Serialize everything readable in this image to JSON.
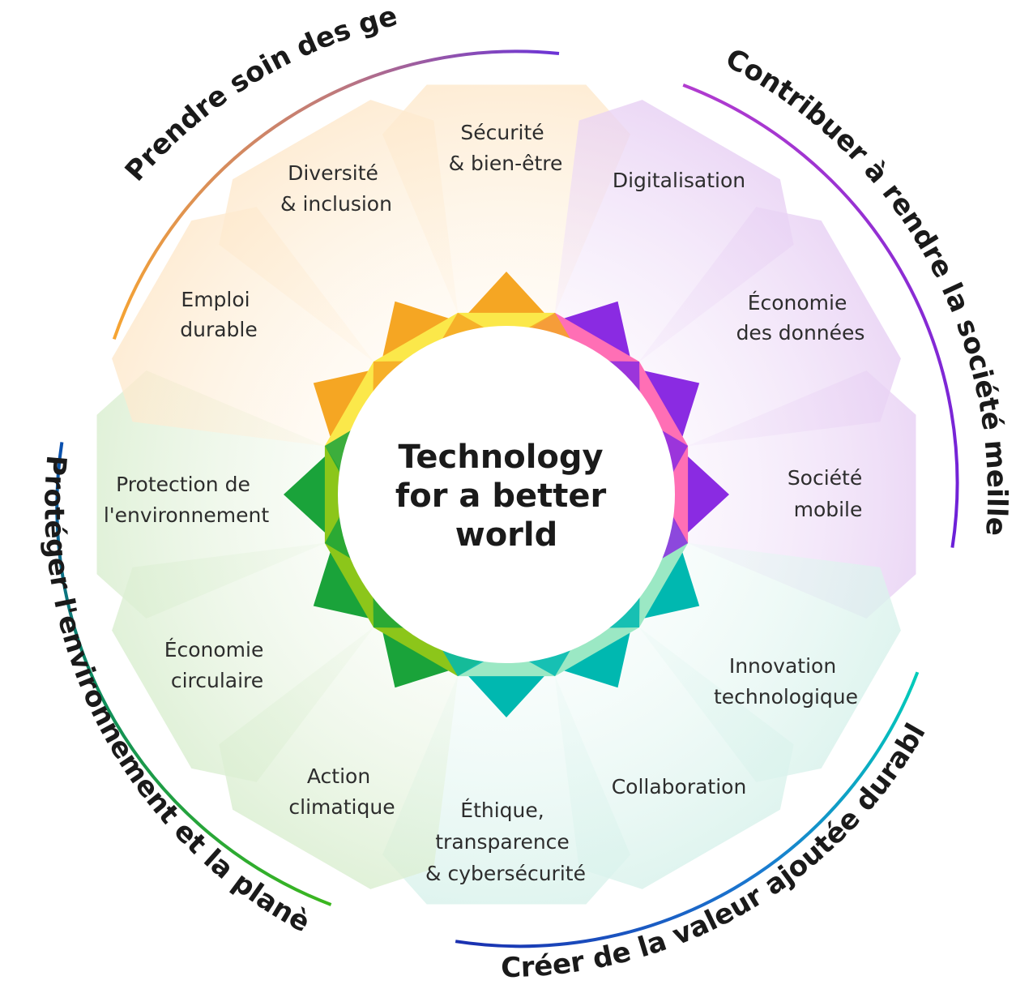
{
  "center": {
    "line1": "Technology",
    "line2": "for a better",
    "line3": "world"
  },
  "pillars": [
    {
      "label": "Prendre soin des gens"
    },
    {
      "label": "Contribuer à rendre la société meilleure"
    },
    {
      "label": "Créer de la valeur ajoutée durable"
    },
    {
      "label": "Protéger l'environnement et la planète"
    }
  ],
  "topics": [
    {
      "line1": "Sécurité",
      "line2": "& bien-être"
    },
    {
      "line1": "Digitalisation",
      "line2": ""
    },
    {
      "line1": "Économie",
      "line2": "des données"
    },
    {
      "line1": "Société",
      "line2": "mobile"
    },
    {
      "line1": "Innovation",
      "line2": "technologique"
    },
    {
      "line1": "Collaboration",
      "line2": ""
    },
    {
      "line1": "Éthique,",
      "line2": "transparence",
      "line3": "& cybersécurité"
    },
    {
      "line1": "Action",
      "line2": "climatique"
    },
    {
      "line1": "Économie",
      "line2": "circulaire"
    },
    {
      "line1": "Protection de",
      "line2": "l'environnement"
    },
    {
      "line1": "Emploi",
      "line2": "durable"
    },
    {
      "line1": "Diversité",
      "line2": "& inclusion"
    }
  ],
  "colors": {
    "care": "#f5a623",
    "society": "#8a2be2",
    "value": "#00b8b0",
    "environment": "#1aa33a",
    "yellow": "#fbe84a",
    "pink": "#ff6fb5",
    "mint": "#9be8c4",
    "lime": "#8cc61a"
  }
}
